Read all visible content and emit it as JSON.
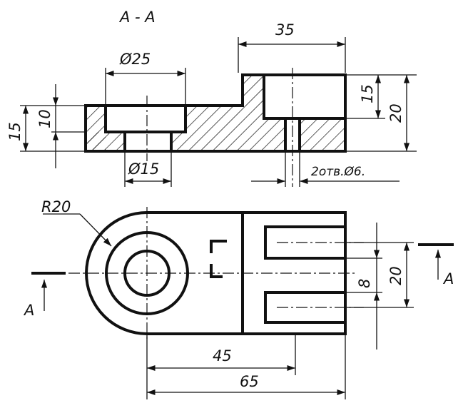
{
  "section_title": "A - A",
  "section_letter": "A",
  "dimensions": {
    "width_35": "35",
    "dia_25": "Ø25",
    "height_15_left": "15",
    "depth_10": "10",
    "height_15_right": "15",
    "height_20_right": "20",
    "dia_15": "Ø15",
    "two_holes": "2отв.Ø6.",
    "radius_20": "R20",
    "spacing_20": "20",
    "slot_8": "8",
    "length_45": "45",
    "length_65": "65"
  },
  "colors": {
    "ink": "#111111",
    "paper": "#ffffff"
  }
}
